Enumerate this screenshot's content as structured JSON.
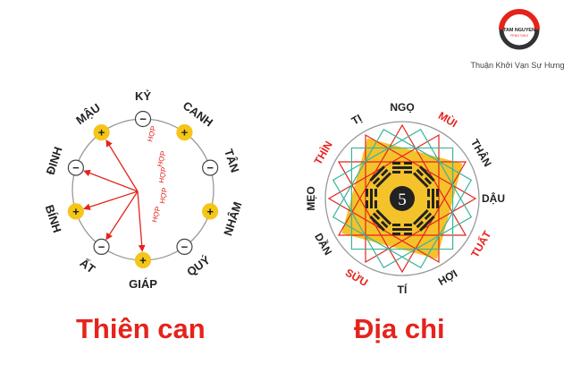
{
  "brand": {
    "name": "TAM NGUYEN",
    "sub": "FENG SHUI",
    "slogan": "Thuận Khởi Vạn Sự Hưng"
  },
  "thien_can": {
    "title": "Thiên can",
    "items": [
      {
        "name": "KỶ",
        "sign": "−"
      },
      {
        "name": "CANH",
        "sign": "+"
      },
      {
        "name": "TÂN",
        "sign": "−"
      },
      {
        "name": "NHÂM",
        "sign": "+"
      },
      {
        "name": "QUÝ",
        "sign": "−"
      },
      {
        "name": "GIÁP",
        "sign": "+"
      },
      {
        "name": "ẤT",
        "sign": "−"
      },
      {
        "name": "BÍNH",
        "sign": "+"
      },
      {
        "name": "ĐINH",
        "sign": "−"
      },
      {
        "name": "MẬU",
        "sign": "+"
      }
    ],
    "hop_label": "HỢP"
  },
  "dia_chi": {
    "title": "Địa chi",
    "center": "5",
    "branches": [
      {
        "name": "NGỌ",
        "color": "#222222"
      },
      {
        "name": "MÙI",
        "color": "#e5231b"
      },
      {
        "name": "THÂN",
        "color": "#222222"
      },
      {
        "name": "DẬU",
        "color": "#222222"
      },
      {
        "name": "TUẤT",
        "color": "#e5231b"
      },
      {
        "name": "HỢI",
        "color": "#222222"
      },
      {
        "name": "TÍ",
        "color": "#222222"
      },
      {
        "name": "SỬU",
        "color": "#e5231b"
      },
      {
        "name": "DẦN",
        "color": "#222222"
      },
      {
        "name": "MẸO",
        "color": "#222222"
      },
      {
        "name": "THÌN",
        "color": "#e5231b"
      },
      {
        "name": "TỊ",
        "color": "#222222"
      }
    ]
  },
  "colors": {
    "red": "#e5231b",
    "yellow": "#f5c518",
    "square": "#f2b705",
    "green": "#3bb39a",
    "ink": "#222222"
  }
}
